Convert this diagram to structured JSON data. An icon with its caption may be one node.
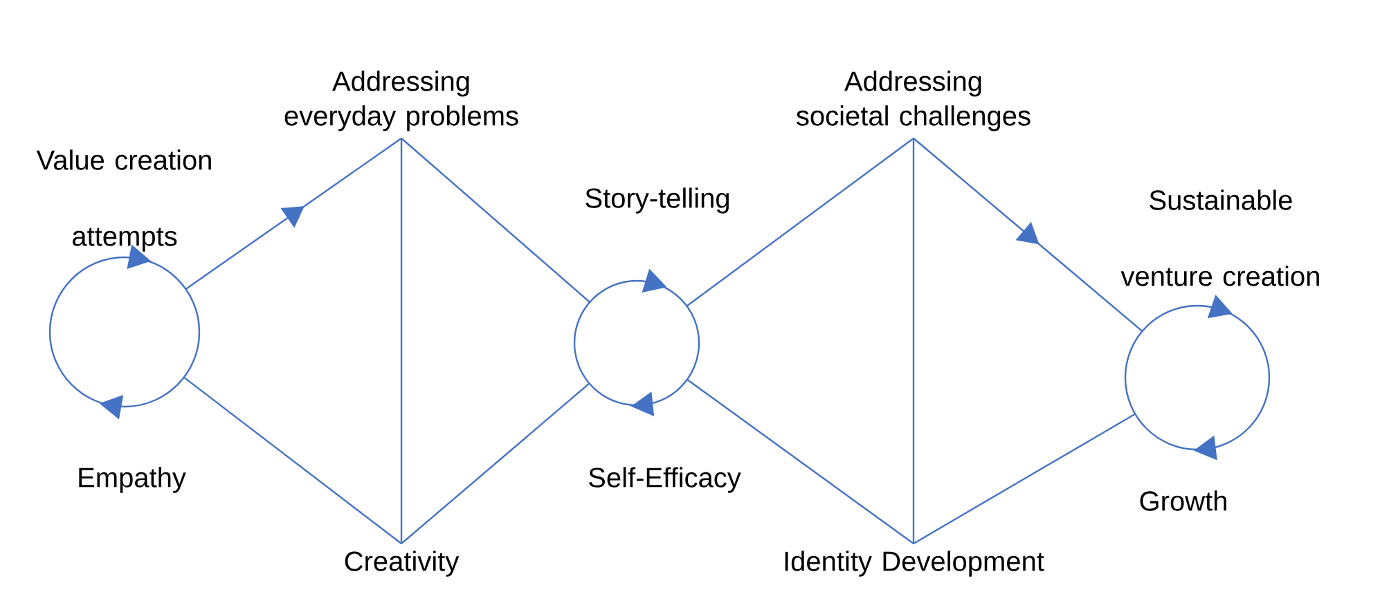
{
  "diagram": {
    "nodes": [
      {
        "text": [],
        "shape": "circle",
        "beside": [
          "Value creation attempts",
          "Empathy"
        ]
      },
      {
        "text": [
          "Addressing everyday problems"
        ]
      },
      {
        "text": [
          "Creativity"
        ]
      },
      {
        "text": [],
        "shape": "circle",
        "beside": [
          "Story-telling",
          "Self-Efficacy"
        ]
      },
      {
        "text": [
          "Addressing societal challenges"
        ]
      },
      {
        "text": [
          "Identity Development"
        ]
      },
      {
        "text": [],
        "shape": "circle",
        "beside": [
          "Sustainable venture creation",
          "Growth"
        ]
      }
    ],
    "edges": [
      {
        "from": 0,
        "to": 1,
        "arrow": "to"
      },
      {
        "from": 0,
        "to": 2,
        "arrow": "none"
      },
      {
        "from": 1,
        "to": 2,
        "arrow": "none"
      },
      {
        "from": 1,
        "to": 3,
        "arrow": "none"
      },
      {
        "from": 2,
        "to": 3,
        "arrow": "none"
      },
      {
        "from": 3,
        "to": 4,
        "arrow": "none"
      },
      {
        "from": 3,
        "to": 5,
        "arrow": "none"
      },
      {
        "from": 4,
        "to": 5,
        "arrow": "none"
      },
      {
        "from": 4,
        "to": 6,
        "arrow": "to"
      },
      {
        "from": 5,
        "to": 6,
        "arrow": "none"
      }
    ]
  }
}
